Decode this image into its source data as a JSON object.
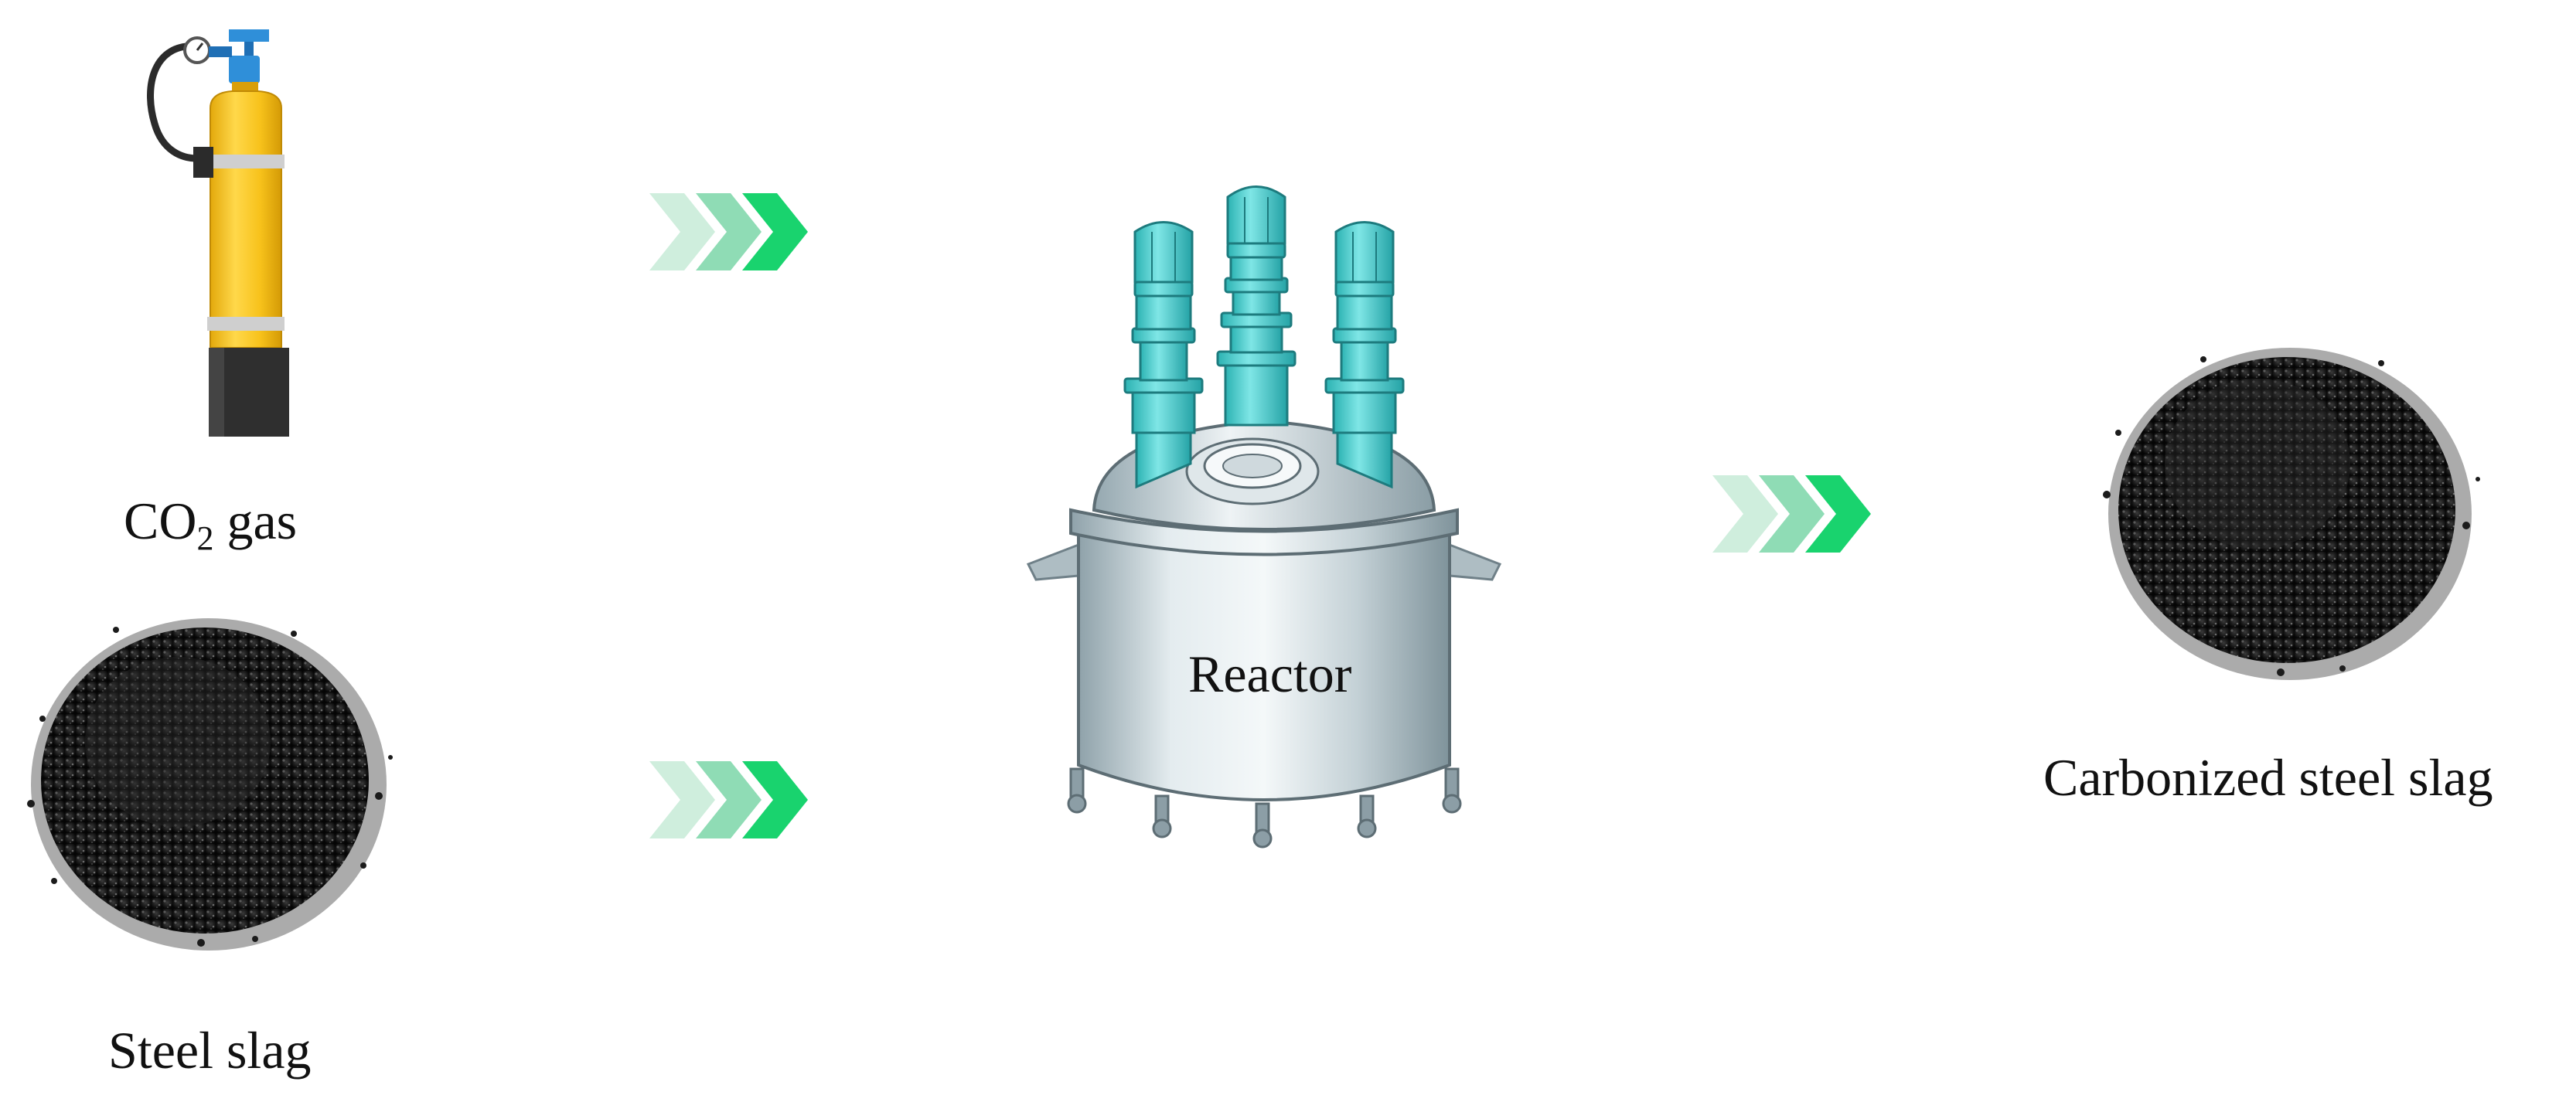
{
  "labels": {
    "co2_main": "CO",
    "co2_sub": "2",
    "co2_tail": " gas",
    "steel_slag": "Steel slag",
    "reactor": "Reactor",
    "carbonized": "Carbonized steel slag"
  },
  "colors": {
    "cylinder_body": "#f7c21b",
    "cylinder_base": "#3a3a3a",
    "valve": "#2f8fd9",
    "motor": "#4fd0d0",
    "reactor_steel": "#c9d6dc",
    "arrow_strong": "#19d36e",
    "arrow_light": "#a9dcc0",
    "slag": "#141414"
  },
  "icons": {
    "gas_cylinder": "gas-cylinder-icon",
    "slag_pile": "slag-pile-icon",
    "reactor": "reactor-vessel-icon",
    "arrow": "triple-chevron-arrow-icon"
  }
}
